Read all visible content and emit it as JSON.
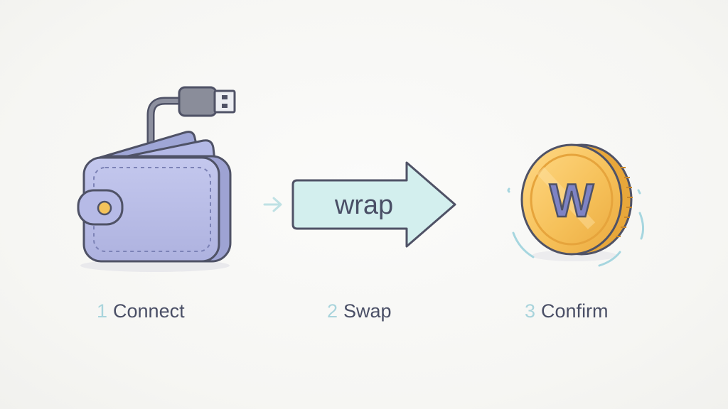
{
  "steps": [
    {
      "number": "1",
      "label": "Connect",
      "icon": "wallet-icon"
    },
    {
      "number": "2",
      "label": "Swap",
      "icon": "arrow-icon",
      "arrow_text": "wrap"
    },
    {
      "number": "3",
      "label": "Confirm",
      "icon": "coin-icon",
      "coin_letter": "W"
    }
  ],
  "colors": {
    "wallet": "#b9bde6",
    "arrow_fill": "#d3efee",
    "coin": "#f4c35b",
    "number": "#a9d4dc",
    "label": "#4a4f66",
    "outline": "#4f5266"
  }
}
